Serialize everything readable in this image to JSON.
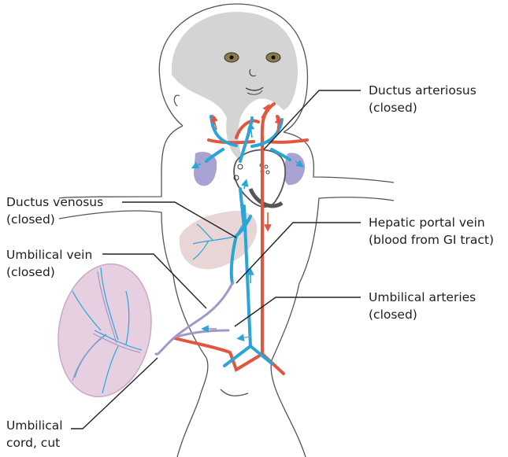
{
  "labels": {
    "ductus_arteriosus": {
      "line1": "Ductus arteriosus",
      "line2": "(closed)"
    },
    "ductus_venosus": {
      "line1": "Ductus venosus",
      "line2": "(closed)"
    },
    "hepatic_portal_vein": {
      "line1": "Hepatic portal vein",
      "line2": "(blood from GI tract)"
    },
    "umbilical_vein": {
      "line1": "Umbilical vein",
      "line2": "(closed)"
    },
    "umbilical_arteries": {
      "line1": "Umbilical arteries",
      "line2": "(closed)"
    },
    "umbilical_cord": {
      "line1": "Umbilical",
      "line2": "cord, cut"
    }
  },
  "colors": {
    "artery": "#e2553f",
    "vein": "#2aa5d8",
    "closed_vessel": "#a596c8",
    "lung": "#a8a3d2",
    "liver": "#e8d6d6",
    "placenta": "#e6cfe0",
    "head_shade": "#cfcfcf",
    "outline": "#555555",
    "leader": "#222222"
  }
}
